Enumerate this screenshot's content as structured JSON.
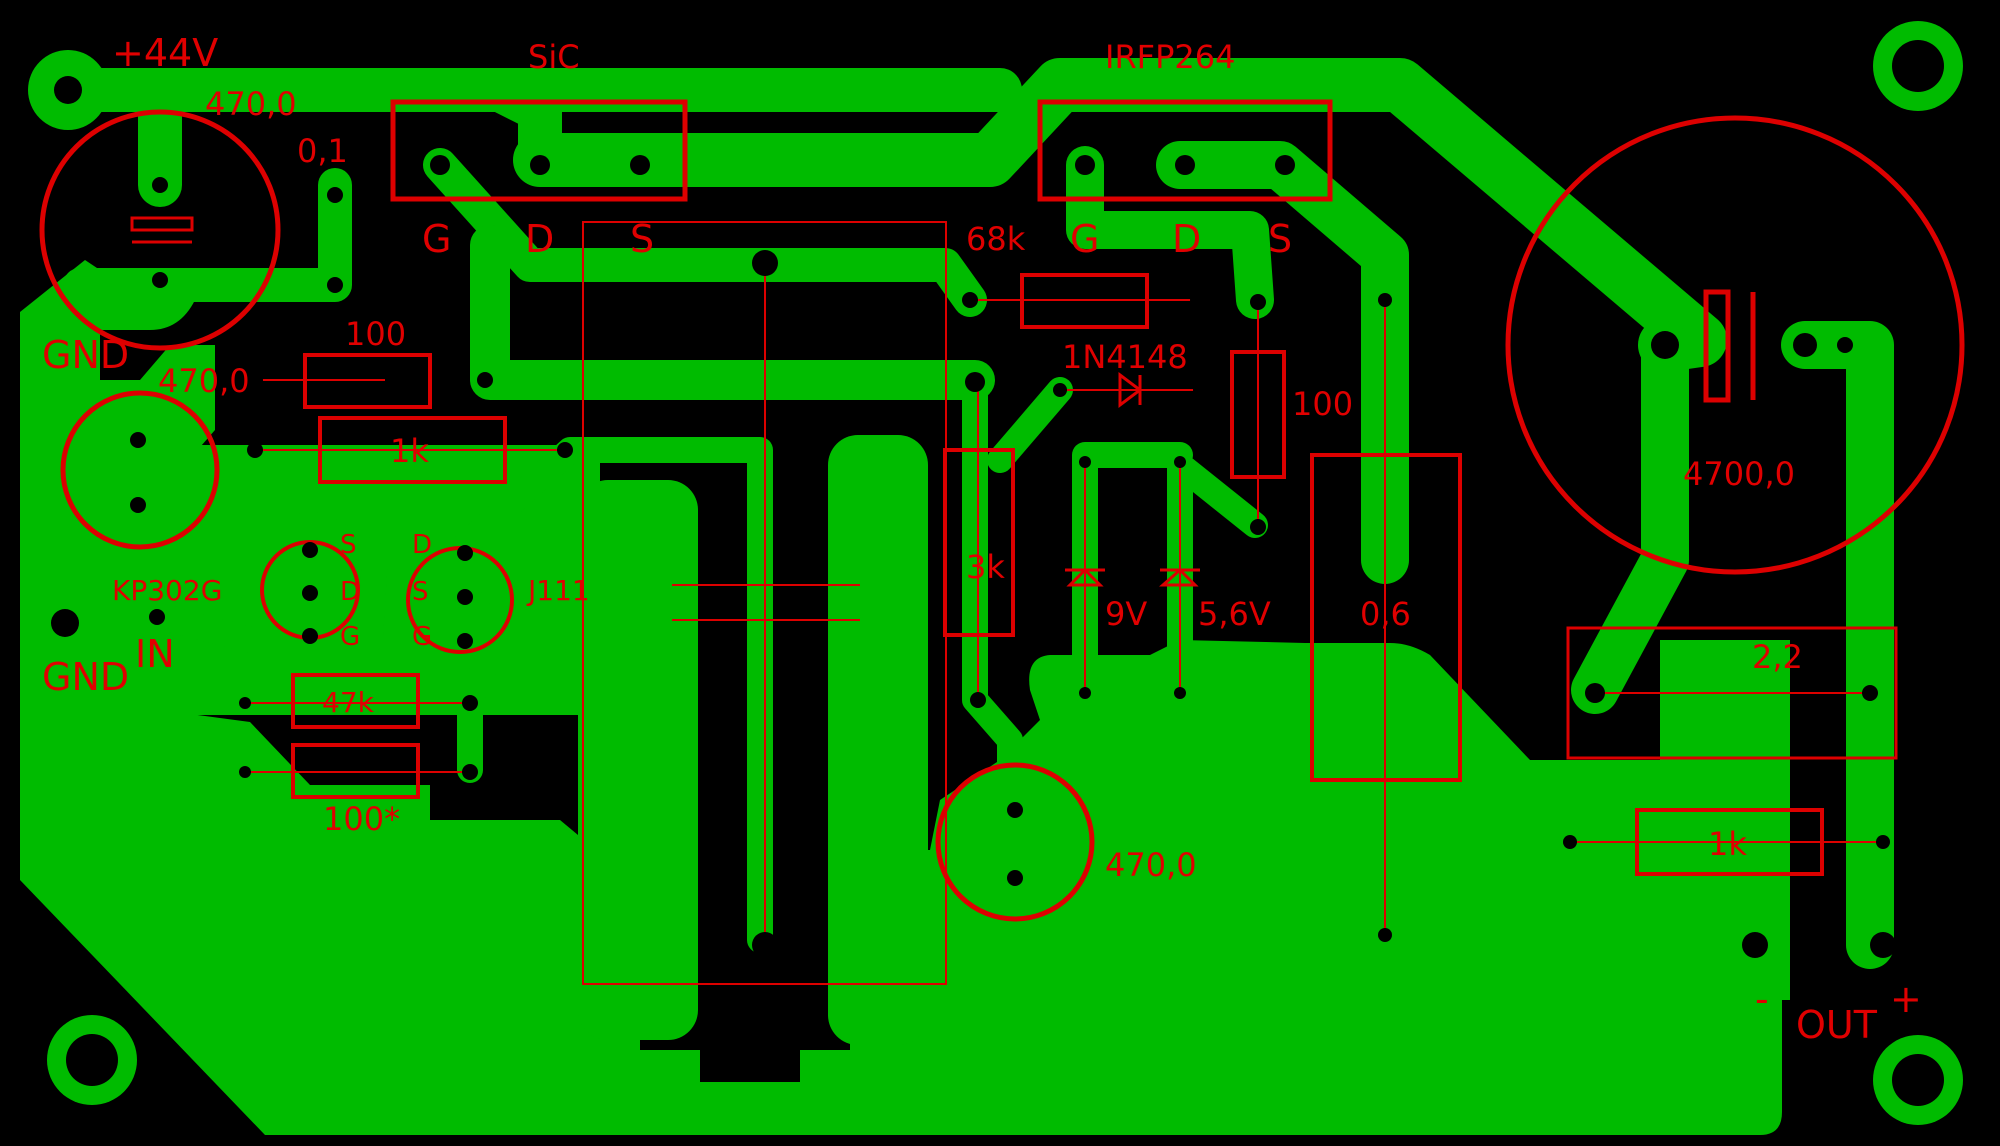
{
  "board": {
    "background": "#000000",
    "copper_color": "#00bb00",
    "silkscreen_color": "#dd0000"
  },
  "labels": {
    "power_in": "+44V",
    "cap_c1": "470,0",
    "cap_c2": "0,1",
    "gnd_top": "GND",
    "res_100_a": "100",
    "cap_c3": "470,0",
    "res_1k_a": "1k",
    "kp302g": "KP302G",
    "in": "IN",
    "gnd_bottom": "GND",
    "j111": "J111",
    "kp_s": "S",
    "kp_d": "D",
    "kp_g": "G",
    "j_d": "D",
    "j_s": "S",
    "j_g": "G",
    "res_47k": "47k",
    "res_100_star": "100*",
    "sic": "SiC",
    "sic_g": "G",
    "sic_d": "D",
    "sic_s": "S",
    "irfp264": "IRFP264",
    "irf_g": "G",
    "irf_d": "D",
    "irf_s": "S",
    "res_68k": "68k",
    "diode_1n4148": "1N4148",
    "res_100_b": "100",
    "res_3k": "3k",
    "zener_9v": "9V",
    "zener_5v6": "5,6V",
    "res_0_6": "0,6",
    "cap_470_low": "470,0",
    "cap_4700": "4700,0",
    "cap_2_2": "2,2",
    "res_1k_b": "1k",
    "out_minus": "-",
    "out": "OUT",
    "out_plus": "+"
  }
}
